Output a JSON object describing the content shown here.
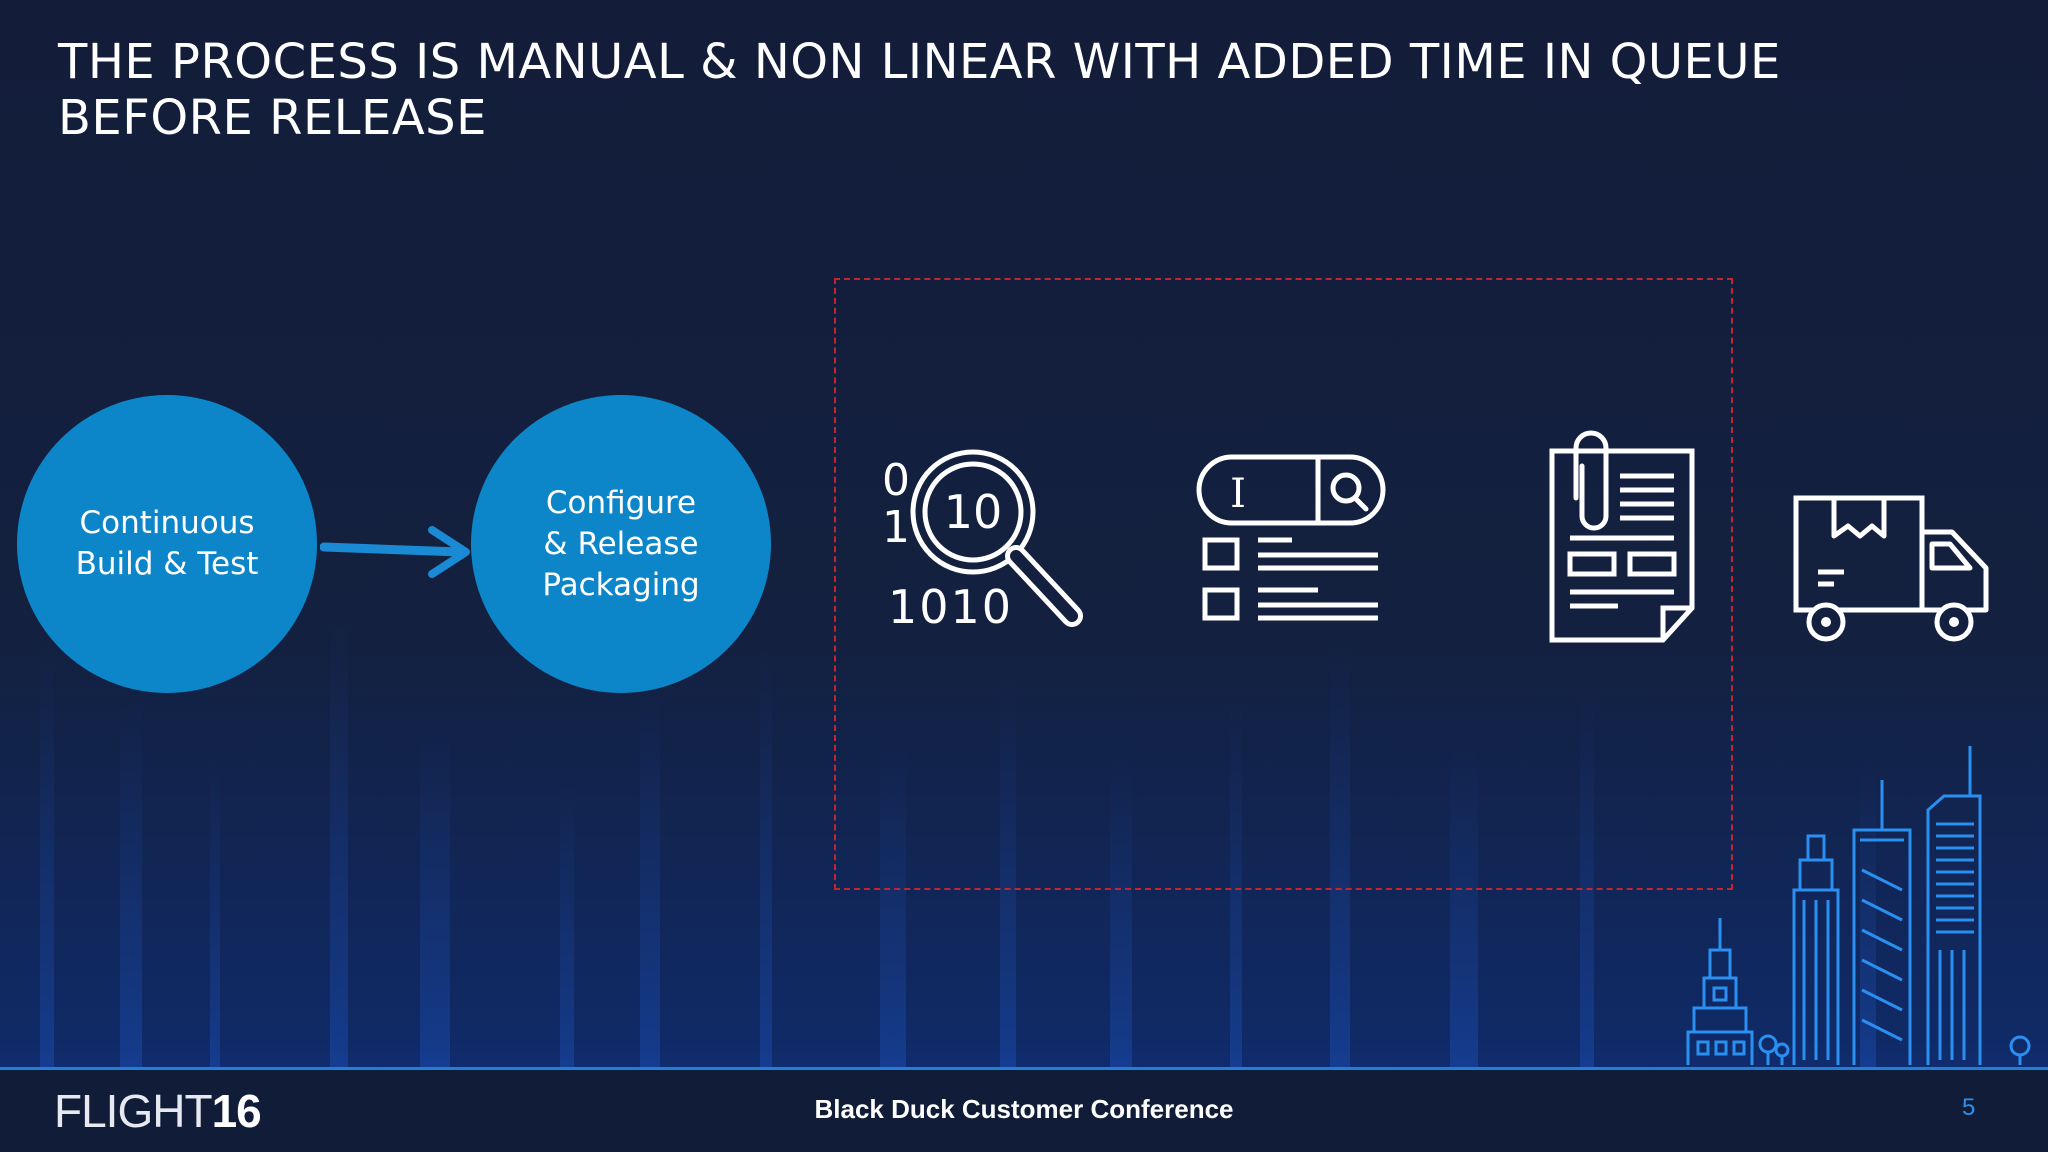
{
  "slide": {
    "title": "THE PROCESS IS MANUAL & NON LINEAR WITH ADDED TIME IN QUEUE BEFORE RELEASE"
  },
  "flow": {
    "step1": [
      "Continuous",
      "Build & Test"
    ],
    "step2": [
      "Configure",
      "& Release",
      "Packaging"
    ]
  },
  "manual_steps_icons": {
    "binary_search": {
      "icon": "binary-search-icon",
      "text_top": "0",
      "text_mid": "1",
      "text_bottom": "1010",
      "lens_text": "10"
    },
    "form": {
      "icon": "form-checklist-icon",
      "field_text": "I"
    },
    "document": {
      "icon": "clipboard-document-icon"
    },
    "delivery": {
      "icon": "delivery-truck-icon"
    }
  },
  "footer": {
    "logo_light": "FLIGHT",
    "logo_bold": "16",
    "conference": "Black Duck Customer Conference",
    "page_number": "5"
  },
  "colors": {
    "background": "#111d38",
    "circle": "#0d86c9",
    "arrow": "#1a8ad4",
    "dashed_box": "#c0262f",
    "footer_line": "#1e7fd6",
    "skyline": "#2a8ff0"
  }
}
